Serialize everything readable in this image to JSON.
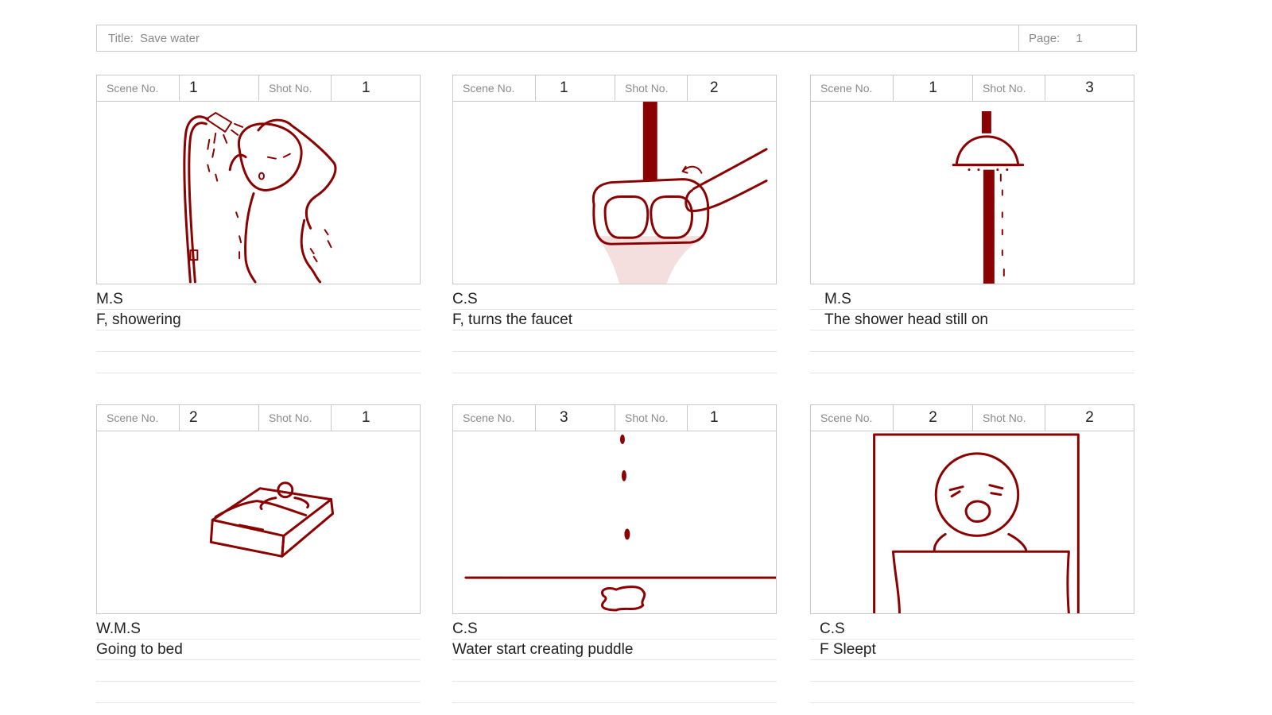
{
  "header": {
    "title_label": "Title:",
    "title_value": "Save water",
    "page_label": "Page:",
    "page_value": "1"
  },
  "frame_labels": {
    "scene": "Scene No.",
    "shot": "Shot No."
  },
  "frames": [
    {
      "scene": "1",
      "shot": "1",
      "shot_type": "M.S",
      "description": "F, showering",
      "icon": "person-showering-sketch"
    },
    {
      "scene": "1",
      "shot": "2",
      "shot_type": "C.S",
      "description": "F,  turns the faucet",
      "icon": "hand-turning-faucet-sketch"
    },
    {
      "scene": "1",
      "shot": "3",
      "shot_type": "M.S",
      "description": "The shower head still on",
      "icon": "shower-head-sketch"
    },
    {
      "scene": "2",
      "shot": "1",
      "shot_type": "W.M.S",
      "description": "Going to bed",
      "icon": "person-in-bed-sketch"
    },
    {
      "scene": "3",
      "shot": "1",
      "shot_type": "C.S",
      "description": "Water start creating puddle",
      "icon": "dripping-water-puddle-sketch"
    },
    {
      "scene": "2",
      "shot": "2",
      "shot_type": "C.S",
      "description": "F Sleept",
      "icon": "sleeping-person-sketch"
    }
  ],
  "colors": {
    "sketch": "#8b0000",
    "border": "#c9c9c9",
    "label": "#8a8a8a"
  }
}
